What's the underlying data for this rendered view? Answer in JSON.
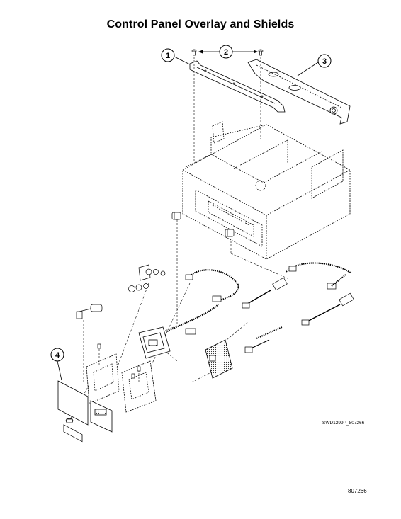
{
  "page": {
    "title": "Control Panel Overlay and Shields",
    "drawing_code": "SWD1299P_807266",
    "page_code": "807266"
  },
  "callouts": [
    {
      "id": "callout-1",
      "label": "1"
    },
    {
      "id": "callout-2",
      "label": "2"
    },
    {
      "id": "callout-3",
      "label": "3"
    },
    {
      "id": "callout-4",
      "label": "4"
    }
  ]
}
